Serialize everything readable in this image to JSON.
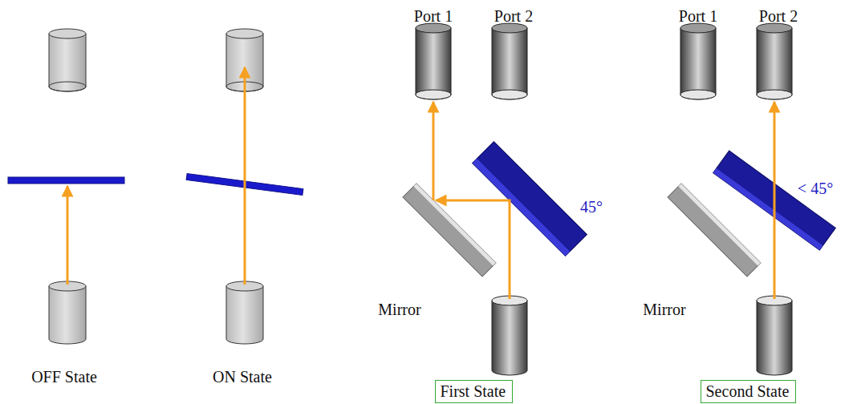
{
  "diagram": {
    "nodes": [
      {
        "text": [
          "First State"
        ]
      },
      {
        "text": [
          "Second State"
        ]
      }
    ],
    "labels": [
      "OFF State",
      "ON State",
      "Port 1",
      "Port 2",
      "Mirror",
      "45°",
      "Port 1",
      "Port 2",
      "Mirror",
      "< 45°"
    ]
  }
}
